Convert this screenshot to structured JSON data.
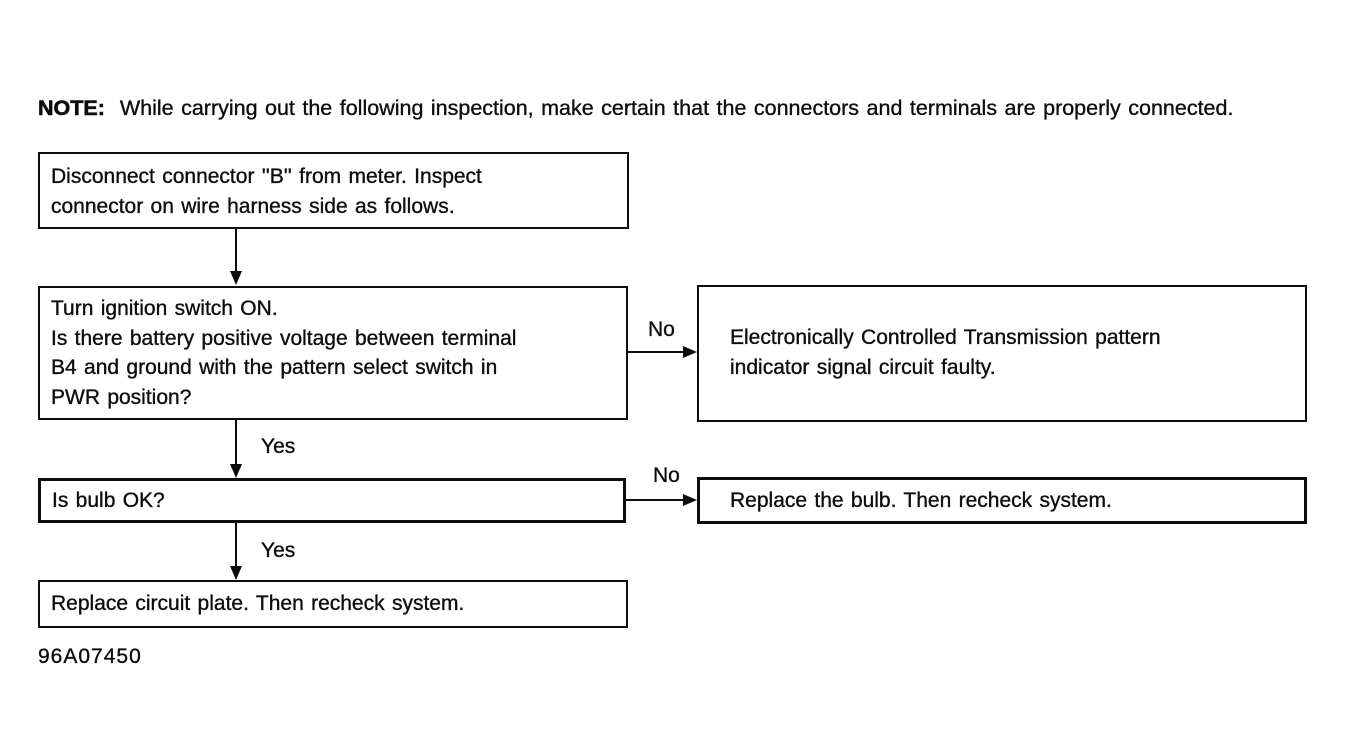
{
  "note": {
    "label": "NOTE:",
    "text": "While carrying out the following inspection, make certain that the connectors and terminals are properly connected."
  },
  "flowchart": {
    "steps": {
      "step1": {
        "lines": [
          "Disconnect connector ''B'' from meter. Inspect",
          "connector on wire harness side as follows."
        ]
      },
      "step2": {
        "lines": [
          "Turn ignition switch ON.",
          "Is there battery positive voltage between terminal",
          "B4 and ground with the pattern select switch in",
          "PWR position?"
        ]
      },
      "step3": {
        "text": "Is bulb OK?"
      },
      "step4": {
        "text": "Replace circuit plate. Then recheck system."
      },
      "result_no1": {
        "lines": [
          "Electronically Controlled Transmission pattern",
          "indicator signal circuit faulty."
        ]
      },
      "result_no2": {
        "text": "Replace the bulb. Then recheck system."
      }
    },
    "labels": {
      "no1": "No",
      "yes1": "Yes",
      "no2": "No",
      "yes2": "Yes"
    }
  },
  "figure_code": "96A07450",
  "colors": {
    "ink": "#0d0d0d",
    "background": "#ffffff"
  }
}
